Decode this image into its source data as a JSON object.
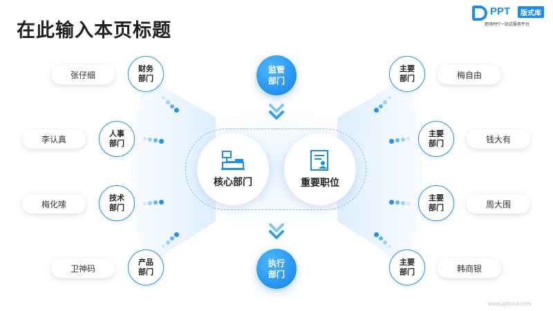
{
  "page": {
    "title": "在此输入本页标题"
  },
  "brand": {
    "name": "PPT",
    "tag": "版式库",
    "slogan": "职场PPT一站式服务平台",
    "watermark": "www.pptcool.com"
  },
  "center": {
    "top_label": "监管部门",
    "bottom_label": "执行部门",
    "left_card": {
      "label": "核心部门",
      "icon": "org-chart-icon"
    },
    "right_card": {
      "label": "重要职位",
      "icon": "document-person-icon"
    }
  },
  "left_items": [
    {
      "dept": "财务部门",
      "name": "张仔细"
    },
    {
      "dept": "人事部门",
      "name": "李认真"
    },
    {
      "dept": "技术部门",
      "name": "梅化嗦"
    },
    {
      "dept": "产品部门",
      "name": "卫神码"
    }
  ],
  "right_items": [
    {
      "dept": "主要部门",
      "name": "梅自由"
    },
    {
      "dept": "主要部门",
      "name": "钱大有"
    },
    {
      "dept": "主要部门",
      "name": "周大围"
    },
    {
      "dept": "主要部门",
      "name": "韩商银"
    }
  ],
  "colors": {
    "accent": "#1a8cf0",
    "node_border": "#2a8fe0",
    "soft_bg": "#e8f4ff"
  }
}
